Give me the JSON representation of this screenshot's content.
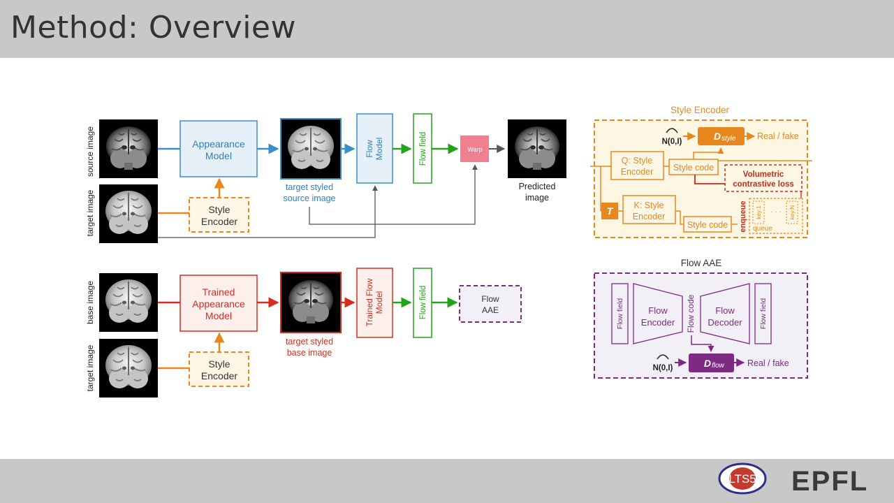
{
  "slide": {
    "title": "Method: Overview"
  },
  "top_pipeline": {
    "source_label": "source image",
    "target_label": "target image",
    "appearance_model": [
      "Appearance",
      "Model"
    ],
    "style_encoder": [
      "Style",
      "Encoder"
    ],
    "styled_caption": [
      "target styled",
      "source image"
    ],
    "flow_model": [
      "Flow",
      "Model"
    ],
    "flow_field": "Flow field",
    "warp": "Warp",
    "predicted_caption": [
      "Predicted",
      "image"
    ]
  },
  "bottom_pipeline": {
    "base_label": "base image",
    "target_label": "target image",
    "appearance_model": [
      "Trained",
      "Appearance",
      "Model"
    ],
    "style_encoder": [
      "Style",
      "Encoder"
    ],
    "styled_caption": [
      "target styled",
      "base image"
    ],
    "flow_model": [
      "Trained Flow",
      "Model"
    ],
    "flow_field": "Flow field",
    "flow_aae": [
      "Flow",
      "AAE"
    ]
  },
  "style_encoder_panel": {
    "title": "Style Encoder",
    "noise": "N(0,I)",
    "d_main": "D",
    "d_sub": "style",
    "real_fake": "Real / fake",
    "q_encoder": [
      "Q: Style",
      "Encoder"
    ],
    "k_encoder": [
      "K: Style",
      "Encoder"
    ],
    "style_code_q": "Style code",
    "style_code_k": "Style code",
    "loss": [
      "Volumetric",
      "contrastive loss"
    ],
    "t_label": "T",
    "enqueue": "enqueue",
    "key_first": "key:1",
    "key_dots": "· · ·",
    "key_last": "key:N",
    "queue": "queue"
  },
  "flow_aae_panel": {
    "title": "Flow AAE",
    "flow_field_in": "Flow field",
    "encoder": [
      "Flow",
      "Encoder"
    ],
    "flow_code": "Flow code",
    "decoder": [
      "Flow",
      "Decoder"
    ],
    "flow_field_out": "Flow field",
    "noise": "N(0,I)",
    "d_main": "D",
    "d_sub": "flow",
    "real_fake": "Real / fake"
  },
  "colors": {
    "blue": "#3a8fc8",
    "blue_fill": "#e6f0f8",
    "orange": "#e8871e",
    "orange_fill": "#fff5e4",
    "green": "#22a31a",
    "red": "#d62d1f",
    "red_fill": "#fcefec",
    "purple": "#7c2a84",
    "warp": "#f08090",
    "loss_red": "#c92a1e"
  },
  "logos": {
    "lts": "LTS5",
    "epfl": "EPFL"
  }
}
